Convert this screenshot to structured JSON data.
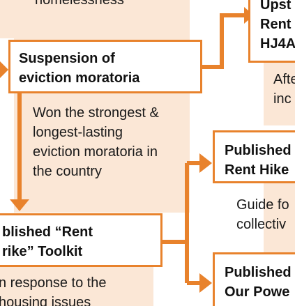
{
  "colors": {
    "accent": "#e8822c",
    "band": "#fbe7d6"
  },
  "diagram": {
    "top_clip_text": "homelessness",
    "nodes": {
      "suspension": {
        "lines": [
          "Suspension of",
          "eviction moratoria"
        ]
      },
      "toolkit": {
        "lines": [
          "blished “Rent",
          "rike” Toolkit"
        ]
      },
      "upstate": {
        "lines": [
          "Upst",
          "Rent",
          "HJ4A"
        ]
      },
      "published_rent_hike": {
        "lines": [
          "Published",
          "Rent Hike"
        ]
      },
      "published_our_power": {
        "lines": [
          "Published",
          "Our Powe"
        ]
      }
    },
    "notes": {
      "suspension_note": {
        "lines": [
          "Won the strongest &",
          "longest-lasting",
          "eviction moratoria in",
          "the country"
        ]
      },
      "upstate_note": {
        "lines": [
          "Afte",
          "inc"
        ]
      },
      "rent_hike_note": {
        "lines": [
          "Guide fo",
          "collectiv"
        ]
      },
      "toolkit_note": {
        "lines": [
          "n response to the",
          "housing issues"
        ]
      }
    }
  }
}
